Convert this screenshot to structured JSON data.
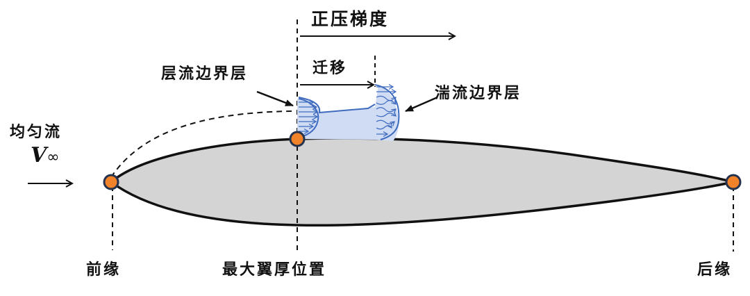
{
  "labels": {
    "pressure_gradient": "正压梯度",
    "laminar_layer": "层流边界层",
    "transition": "迁移",
    "turbulent_layer": "湍流边界层",
    "uniform_flow": "均匀流",
    "velocity_symbol": "V",
    "velocity_subscript": "∞",
    "leading_edge": "前缘",
    "max_thickness": "最大翼厚位置",
    "trailing_edge": "后缘"
  },
  "colors": {
    "airfoil_fill": "#d4d4d4",
    "outline": "#111111",
    "marker_fill": "#f0822a",
    "marker_stroke": "#25324d",
    "boundary_layer_blue": "#3f6bbf",
    "boundary_layer_fill": "#cfdcf3"
  },
  "icons": {
    "markers": [
      "leading-edge-point",
      "max-thickness-point",
      "trailing-edge-point"
    ]
  }
}
